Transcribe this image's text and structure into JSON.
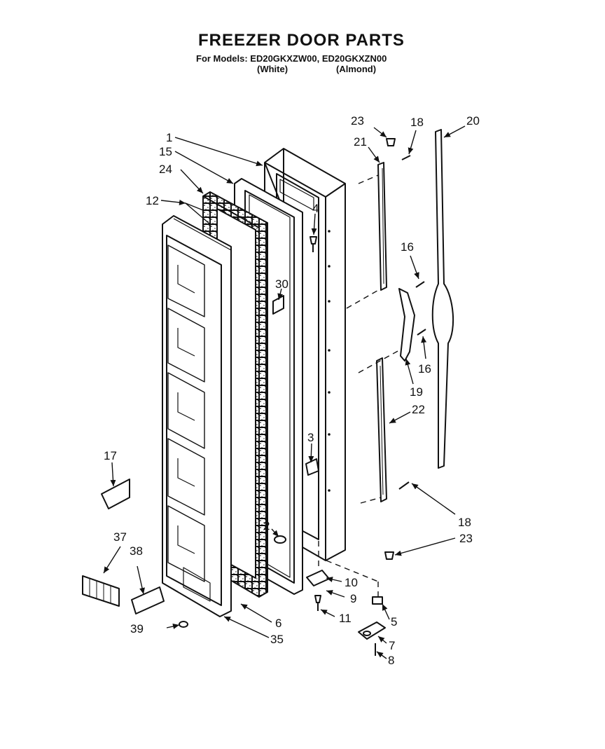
{
  "title": "FREEZER DOOR PARTS",
  "models_line": "For Models: ED20GKXZW00, ED20GKXZN00",
  "variants": {
    "white": "(White)",
    "almond": "(Almond)"
  },
  "callouts": {
    "c1": "1",
    "c2": "2",
    "c3": "3",
    "c4": "4",
    "c5": "5",
    "c6": "6",
    "c7": "7",
    "c8": "8",
    "c9": "9",
    "c10": "10",
    "c11": "11",
    "c12": "12",
    "c15": "15",
    "c16a": "16",
    "c16b": "16",
    "c17": "17",
    "c18a": "18",
    "c18b": "18",
    "c19": "19",
    "c20": "20",
    "c21": "21",
    "c22": "22",
    "c23a": "23",
    "c23b": "23",
    "c24": "24",
    "c30": "30",
    "c35": "35",
    "c37": "37",
    "c38": "38",
    "c39": "39"
  }
}
